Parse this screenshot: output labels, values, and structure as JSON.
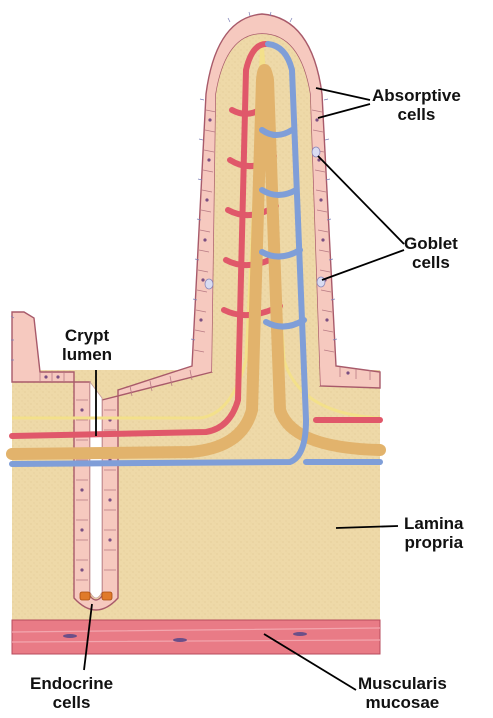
{
  "labels": {
    "absorptive": {
      "line1": "Absorptive",
      "line2": "cells"
    },
    "goblet": {
      "line1": "Goblet",
      "line2": "cells"
    },
    "crypt": {
      "line1": "Crypt",
      "line2": "lumen"
    },
    "lamina": {
      "line1": "Lamina",
      "line2": "propria"
    },
    "endocrine": {
      "line1": "Endocrine",
      "line2": "cells"
    },
    "muscularis": {
      "line1": "Muscularis",
      "line2": "mucosae"
    }
  },
  "colors": {
    "background": "#ffffff",
    "lamina_propria": "#eed9a8",
    "epithelium": "#f6c9bf",
    "epithelium_outline": "#a85a6a",
    "nucleus": "#7a4f82",
    "artery": "#e0586a",
    "vein": "#7f9ed8",
    "lacteal": "#e2b36c",
    "nerve": "#f3e08a",
    "muscle": "#e97b86",
    "endocrine": "#e07a2a",
    "goblet": "#d9dcf2"
  }
}
